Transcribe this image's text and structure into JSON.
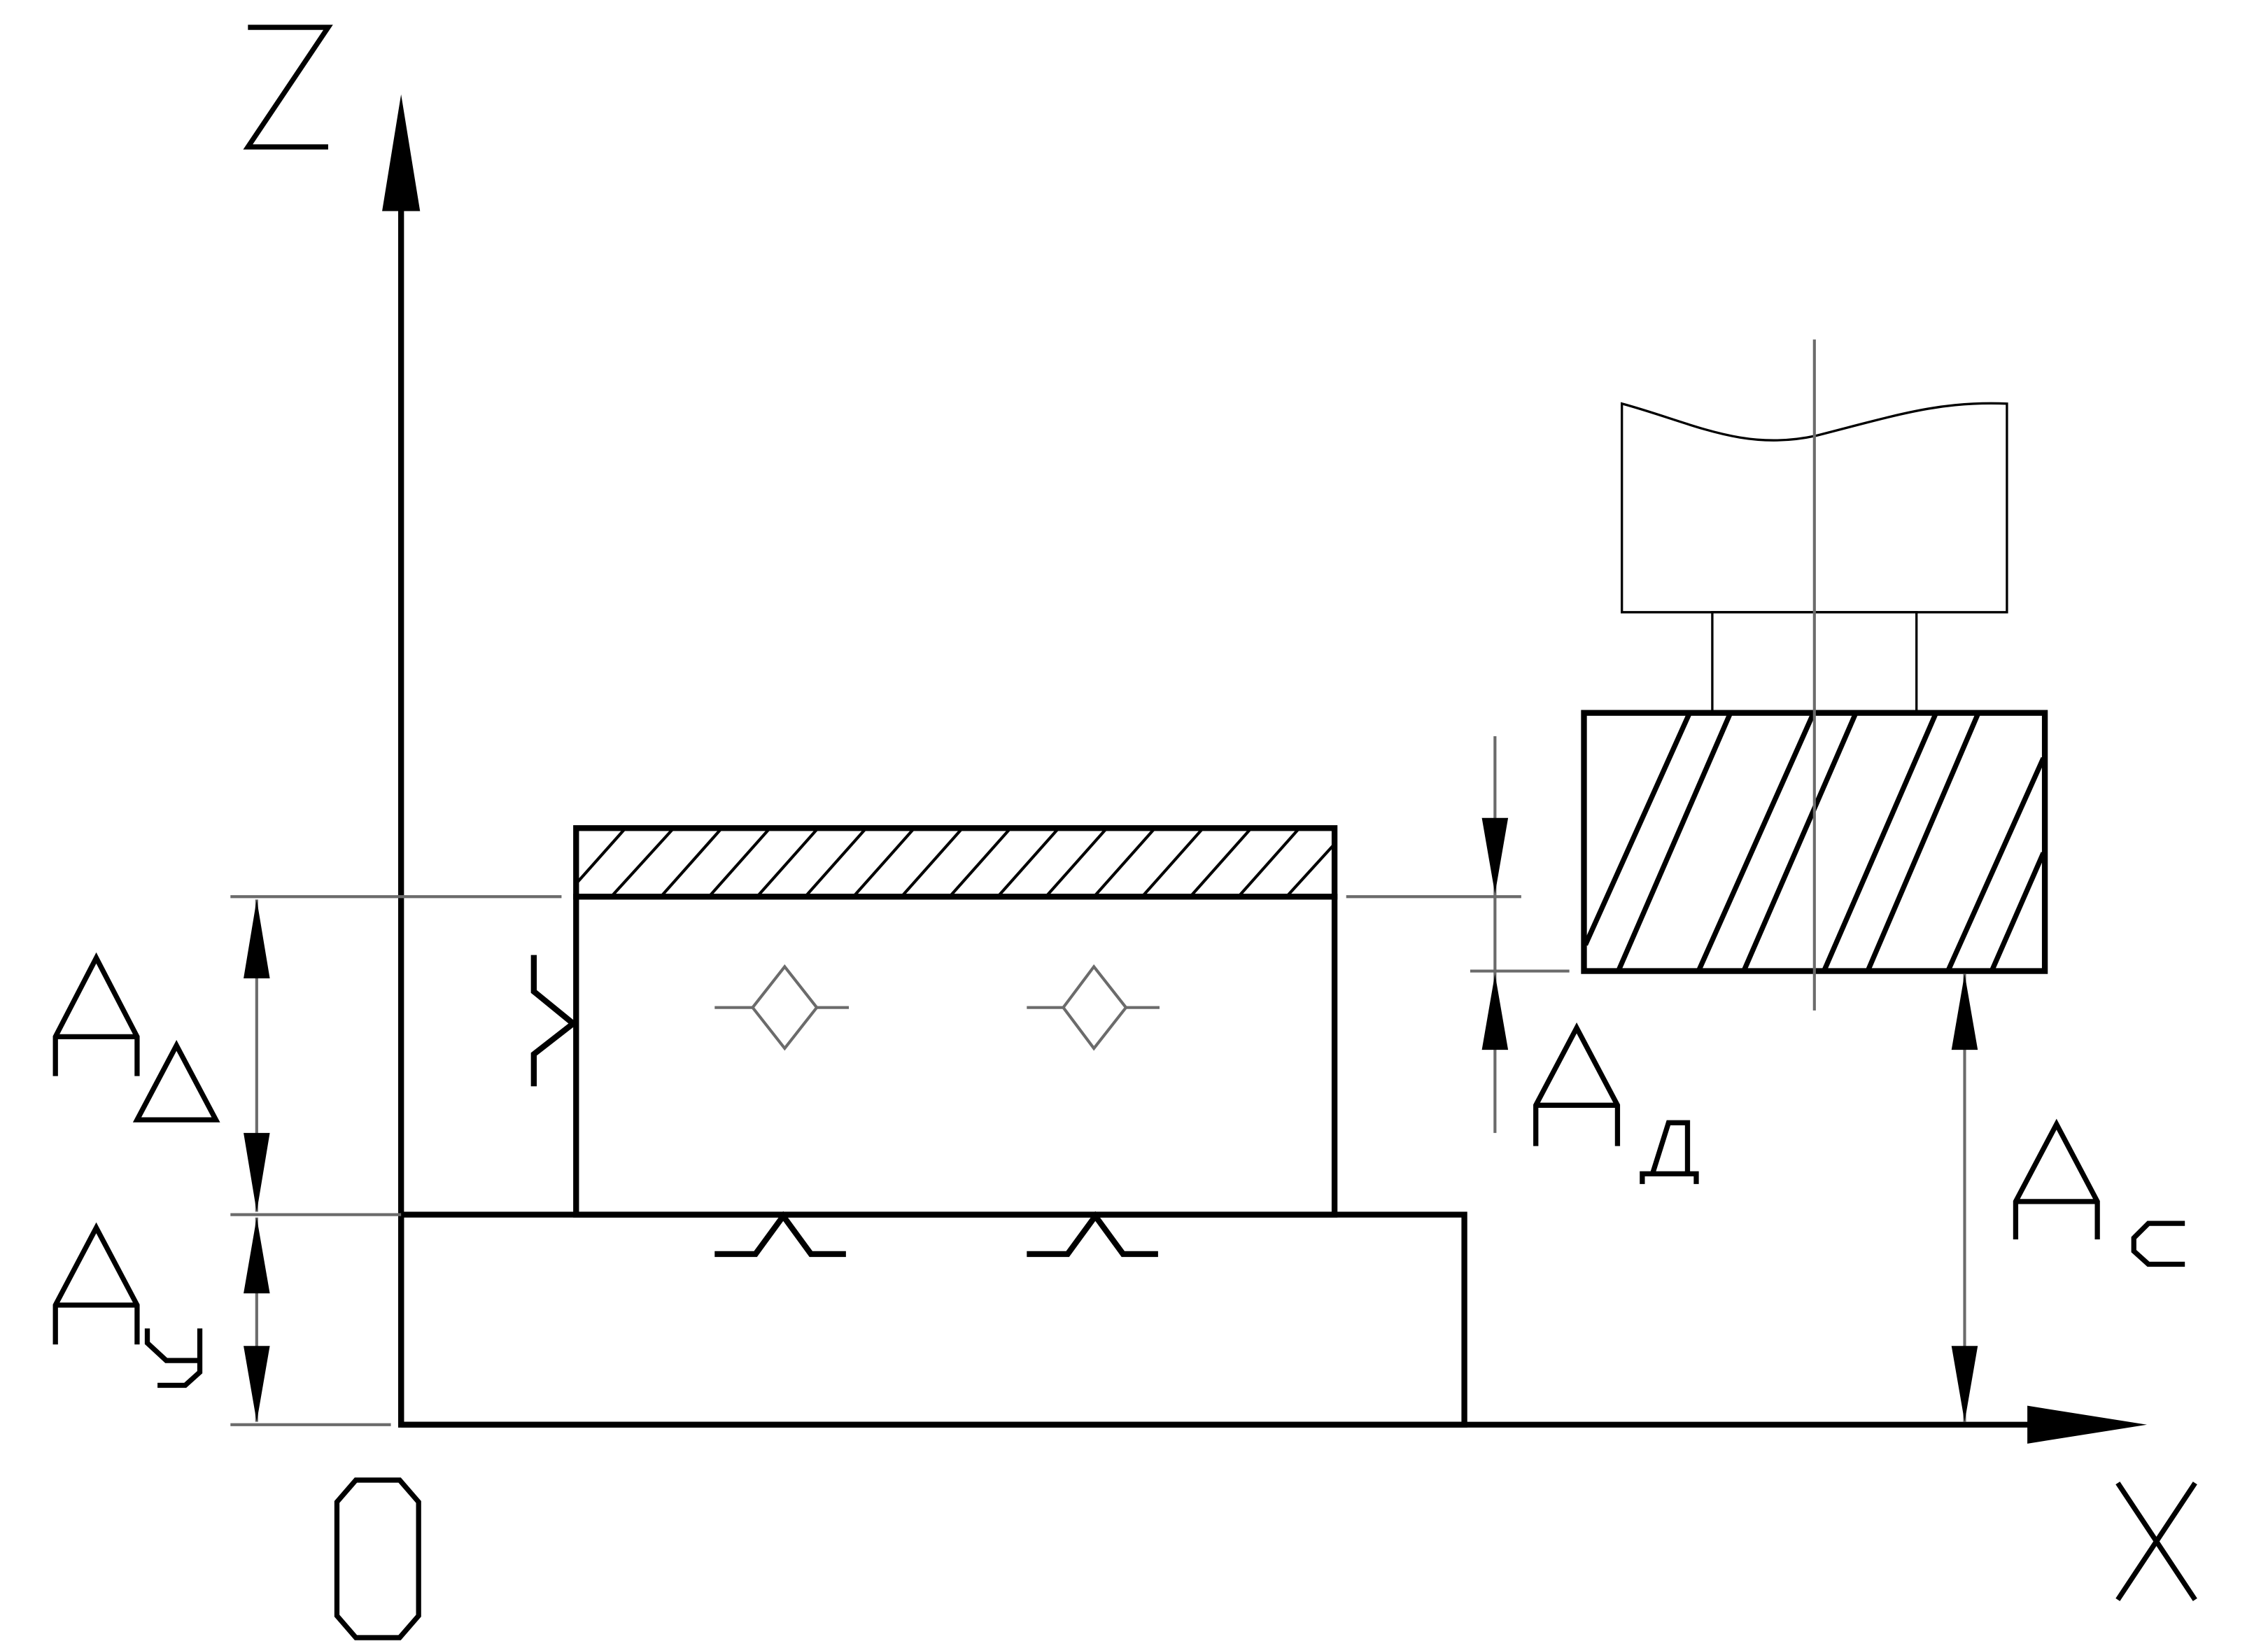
{
  "labels": {
    "z_axis": "Z",
    "x_axis": "X",
    "origin": "0",
    "dim_delta": "AΔ",
    "dim_y": "Aу",
    "dim_d": "Aд",
    "dim_c": "Ac"
  },
  "colors": {
    "line": "#000000",
    "thin_line": "#6b6b6b",
    "background": "#ffffff"
  }
}
